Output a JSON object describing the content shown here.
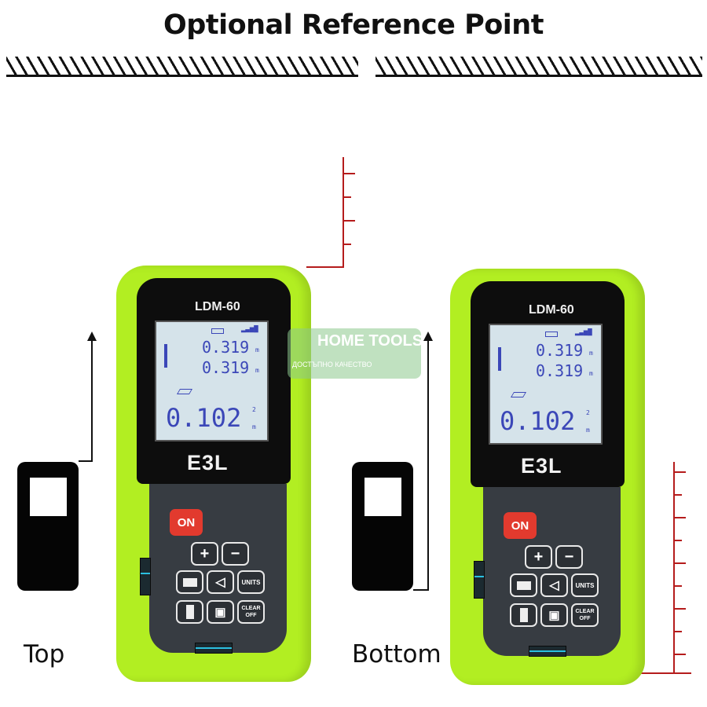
{
  "title": "Optional Reference Point",
  "labels": {
    "left": "Top",
    "right": "Bottom"
  },
  "device": {
    "model": "LDM-60",
    "brand": "E3L",
    "reading1": "0.319",
    "reading2": "0.319",
    "result": "0.102",
    "unit": "m",
    "unit_sq": "2",
    "buttons": {
      "on": "ON",
      "plus": "+",
      "minus": "−",
      "units": "UNITS",
      "clear": "CLEAR OFF"
    }
  },
  "watermark": {
    "name": "HOME TOOLS",
    "tagline": "ДОСТЪПНО КАЧЕСТВО"
  },
  "colors": {
    "body": "#b2ee22",
    "panel": "#373c42",
    "lcd": "#d5e3ea",
    "on": "#e23a2e",
    "ruler": "#b51c1c"
  }
}
